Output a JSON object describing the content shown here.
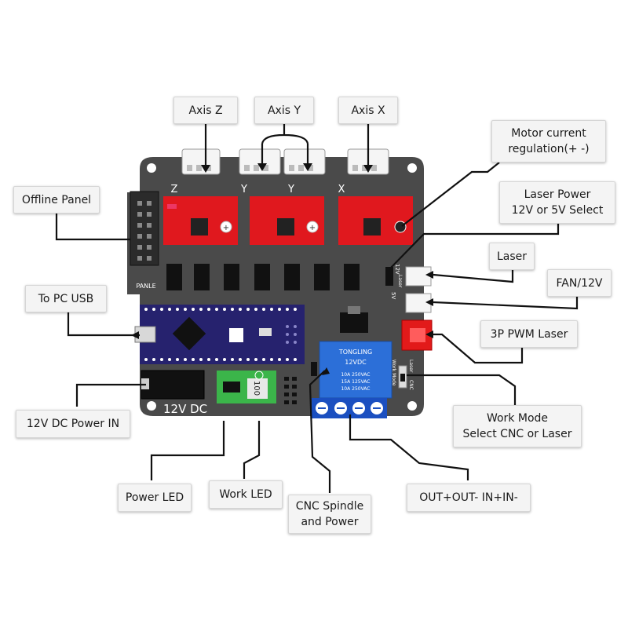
{
  "labels": {
    "axis_z": "Axis Z",
    "axis_y": "Axis Y",
    "axis_x": "Axis X",
    "motor_current": "Motor current\nregulation(+ -)",
    "offline_panel": "Offline Panel",
    "laser_power_select": "Laser Power\n12V or 5V Select",
    "laser": "Laser",
    "to_pc_usb": "To PC USB",
    "fan_12v": "FAN/12V",
    "pwm_laser": "3P PWM Laser",
    "dc_power_in": "12V DC Power IN",
    "work_mode": "Work Mode\nSelect CNC or Laser",
    "power_led": "Power LED",
    "work_led": "Work LED",
    "cnc_spindle": "CNC Spindle\nand Power",
    "out_in": "OUT+OUT-  IN+IN-"
  },
  "board": {
    "axis_z": "Z",
    "axis_y1": "Y",
    "axis_y2": "Y",
    "axis_x": "X",
    "panel": "PANLE",
    "power_in": "12V DC",
    "relay_brand": "TONGLING",
    "relay_voltage": "12VDC",
    "relay_rating1": "10A 250VAC",
    "relay_rating2": "15A 125VAC",
    "relay_rating3": "10A 250VAC",
    "pot_value": "100",
    "power_led": "Power",
    "work_led": "Work",
    "v12": "12V",
    "v5": "5V",
    "laser_sel": "Laser",
    "work_mode": "Work Mode",
    "cnc": "CNC",
    "laser_mode": "Laser"
  },
  "colors": {
    "board": "#4a4a4a",
    "driver": "#e0181e",
    "arduino": "#26226e",
    "relay": "#2c6fd8",
    "terminal": "#1b4fc0",
    "pot_board": "#3bb54a"
  }
}
